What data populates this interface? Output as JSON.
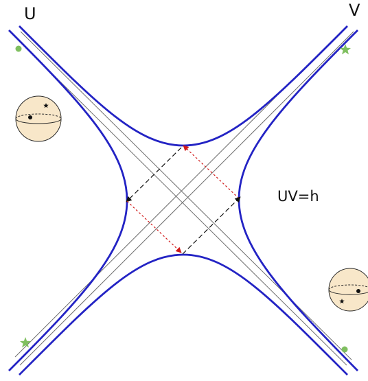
{
  "labels": {
    "u_axis": "U",
    "v_axis": "V",
    "equation": "UV=h"
  },
  "colors": {
    "hyperbola": "#2323c4",
    "lightcone": "#555555",
    "arrow_black": "#111111",
    "arrow_red": "#d11a1a",
    "sphere_fill": "#f8e7c9",
    "marker_green": "#7fbf5f"
  },
  "icons": [
    "sphere-icon",
    "star-icon",
    "dot-marker"
  ]
}
